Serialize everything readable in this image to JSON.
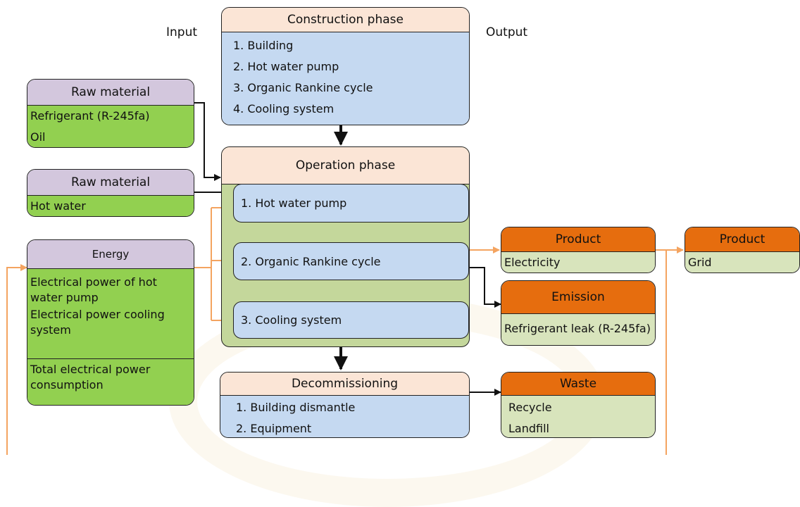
{
  "labels": {
    "input": "Input",
    "output": "Output"
  },
  "construction": {
    "title": "Construction phase",
    "items": [
      "1. Building",
      "2. Hot water pump",
      "3. Organic Rankine cycle",
      "4. Cooling system"
    ]
  },
  "operation": {
    "title": "Operation phase",
    "items": [
      "1. Hot water pump",
      "2. Organic Rankine cycle",
      "3. Cooling system"
    ]
  },
  "decommissioning": {
    "title": "Decommissioning",
    "items": [
      "1. Building dismantle",
      "2. Equipment"
    ]
  },
  "raw_material_1": {
    "title": "Raw material",
    "items": [
      "Refrigerant (R-245fa)",
      "Oil"
    ]
  },
  "raw_material_2": {
    "title": "Raw material",
    "items": [
      "Hot water"
    ]
  },
  "energy": {
    "title": "Energy",
    "items": [
      "Electrical power of hot water pump",
      "Electrical power cooling system"
    ],
    "total": "Total electrical power consumption"
  },
  "product_1": {
    "title": "Product",
    "items": [
      "Electricity"
    ]
  },
  "product_2": {
    "title": "Product",
    "items": [
      "Grid"
    ]
  },
  "emission": {
    "title": "Emission",
    "items": [
      "Refrigerant leak (R-245fa)"
    ]
  },
  "waste": {
    "title": "Waste",
    "items": [
      "Recycle",
      "Landfill"
    ]
  },
  "colors": {
    "peach_header": "#fbe5d6",
    "purple_header": "#d3c7dd",
    "orange_header": "#e66d0e",
    "blue_body": "#c5d9f1",
    "green_body": "#92d050",
    "light_green_body": "#d8e4bc",
    "operation_container": "#c4d79b",
    "energy_arrow": "#f4a460"
  }
}
